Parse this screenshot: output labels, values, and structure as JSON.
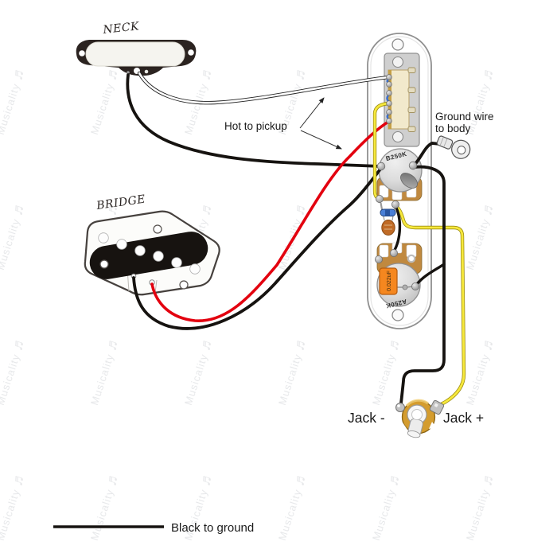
{
  "labels": {
    "neck": "NECK",
    "bridge": "BRIDGE",
    "hot_to_pickup": "Hot to pickup",
    "ground_wire_line1": "Ground wire",
    "ground_wire_line2": "to body",
    "jack_minus": "Jack -",
    "jack_plus": "Jack +",
    "black_to_ground": "Black to ground"
  },
  "components": {
    "volume_pot_label": "B250K",
    "tone_pot_label": "A250K",
    "tone_cap_label": "0.022uF"
  },
  "watermark": {
    "text": "Musicality",
    "glyph": "♬"
  },
  "colors": {
    "hot_wire": "#e3010f",
    "ground_wire": "#161310",
    "output_wire": "#f6e83c",
    "output_wire_edge": "#9d8d10",
    "neck_hot_wire": "#ffffff",
    "switch_jumper": "#3a6fd0",
    "tone_cap": "#f5871f",
    "treble_bleed_resistor": "#4a7fd6",
    "disc_cap": "#c06b26",
    "pot_flange": "#c0893f",
    "jack_gold": "#d49c2e"
  }
}
